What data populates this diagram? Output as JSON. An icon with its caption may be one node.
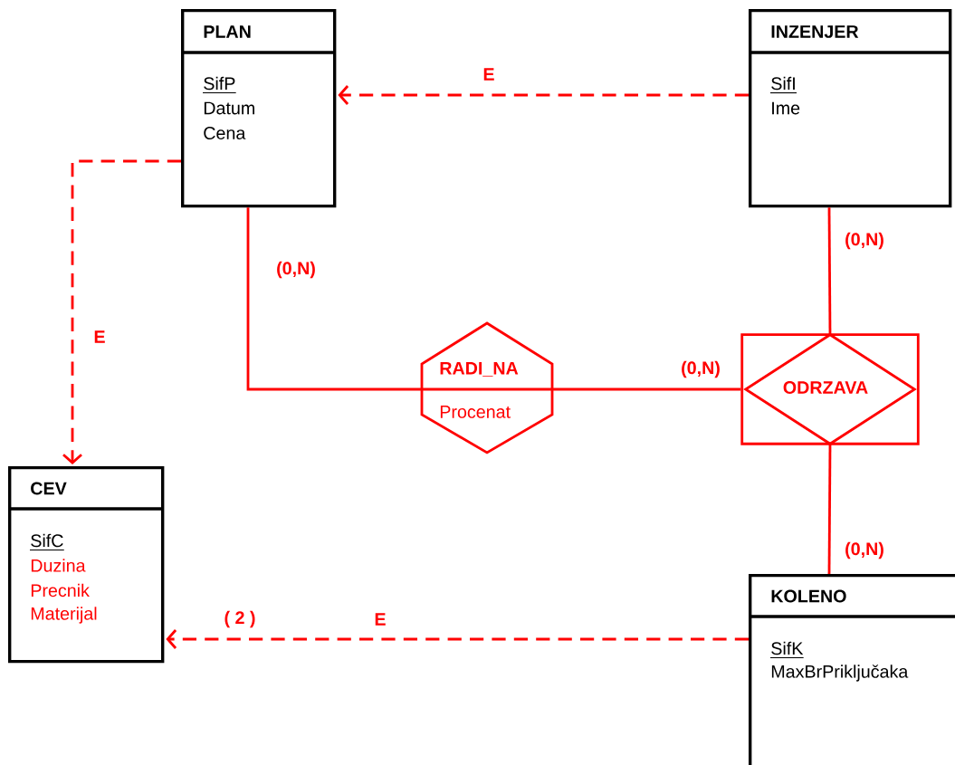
{
  "diagram": {
    "nodes": [
      {
        "text": [
          "PLAN",
          "SifP",
          "Datum",
          "Cena"
        ]
      },
      {
        "text": [
          "INZENJER",
          "SifI",
          "Ime"
        ]
      },
      {
        "text": [
          "CEV",
          "SifC",
          "Duzina",
          "Precnik",
          "Materijal"
        ]
      },
      {
        "text": [
          "RADI_NA",
          "Procenat"
        ]
      },
      {
        "text": [],
        "shape": "box"
      },
      {
        "text": [
          "ODRZAVA"
        ],
        "in": 4
      },
      {
        "text": [
          "KOLENO",
          "SifK",
          "MaxBrPriključaka"
        ]
      }
    ],
    "edges": [
      {
        "from": 1,
        "to": 0,
        "arrow": "to",
        "label": "E",
        "style": "dashed"
      },
      {
        "from": 0,
        "to": 2,
        "arrow": "to",
        "label": "E",
        "style": "dashed"
      },
      {
        "from": 6,
        "to": 2,
        "arrow": "to",
        "label": "E",
        "style": "dashed"
      },
      {
        "from": 0,
        "to": 3,
        "arrow": "none",
        "label": "(0,N)"
      },
      {
        "from": 3,
        "to": 4,
        "arrow": "none",
        "label": "(0,N)"
      },
      {
        "from": 1,
        "to": 5,
        "arrow": "none",
        "label": "(0,N)"
      },
      {
        "from": 5,
        "to": 6,
        "arrow": "none",
        "label": "(0,N)"
      }
    ],
    "labels": [
      "( 2 )"
    ]
  }
}
